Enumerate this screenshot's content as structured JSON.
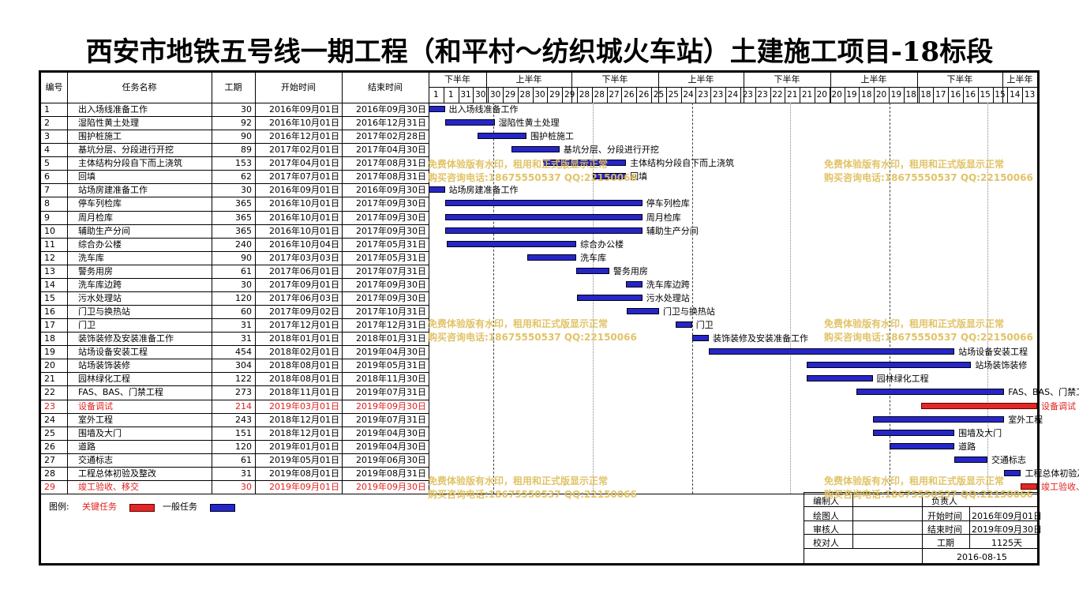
{
  "title": "西安市地铁五号线一期工程（和平村～纺织城火车站）土建施工项目-18标段",
  "columns": {
    "id": "编号",
    "name": "任务名称",
    "duration": "工期",
    "start": "开始时间",
    "end": "结束时间"
  },
  "halves": [
    "下半年",
    "上半年",
    "下半年",
    "上半年",
    "下半年",
    "上半年",
    "下半年",
    "上半年"
  ],
  "months": [
    "1",
    "1",
    "31",
    "30",
    "30",
    "29",
    "28",
    "30",
    "29",
    "29",
    "28",
    "28",
    "27",
    "26",
    "26",
    "25",
    "25",
    "24",
    "23",
    "23",
    "24",
    "23",
    "23",
    "22",
    "21",
    "21",
    "20",
    "20",
    "19",
    "18",
    "20",
    "19",
    "18",
    "18",
    "17",
    "16",
    "16",
    "15",
    "15",
    "14",
    "13"
  ],
  "colors": {
    "normal": "#2626c8",
    "critical": "#e02828"
  },
  "tasks": [
    {
      "id": "1",
      "name": "出入场线准备工作",
      "duration": "30",
      "start": "2016年09月01日",
      "end": "2016年09月30日",
      "s": 0,
      "e": 30,
      "critical": false
    },
    {
      "id": "2",
      "name": "湿陷性黄土处理",
      "duration": "92",
      "start": "2016年10月01日",
      "end": "2016年12月31日",
      "s": 30,
      "e": 122,
      "critical": false
    },
    {
      "id": "3",
      "name": "围护桩施工",
      "duration": "90",
      "start": "2016年12月01日",
      "end": "2017年02月28日",
      "s": 91,
      "e": 181,
      "critical": false
    },
    {
      "id": "4",
      "name": "基坑分层、分段进行开挖",
      "duration": "89",
      "start": "2017年02月01日",
      "end": "2017年04月30日",
      "s": 153,
      "e": 242,
      "critical": false
    },
    {
      "id": "5",
      "name": "主体结构分段自下而上浇筑",
      "duration": "153",
      "start": "2017年04月01日",
      "end": "2017年08月31日",
      "s": 212,
      "e": 365,
      "critical": false
    },
    {
      "id": "6",
      "name": "回填",
      "duration": "62",
      "start": "2017年07月01日",
      "end": "2017年08月31日",
      "s": 303,
      "e": 365,
      "critical": false
    },
    {
      "id": "7",
      "name": "站场房建准备工作",
      "duration": "30",
      "start": "2016年09月01日",
      "end": "2016年09月30日",
      "s": 0,
      "e": 30,
      "critical": false
    },
    {
      "id": "8",
      "name": "停车列检库",
      "duration": "365",
      "start": "2016年10月01日",
      "end": "2017年09月30日",
      "s": 30,
      "e": 395,
      "critical": false
    },
    {
      "id": "9",
      "name": "周月检库",
      "duration": "365",
      "start": "2016年10月01日",
      "end": "2017年09月30日",
      "s": 30,
      "e": 395,
      "critical": false
    },
    {
      "id": "10",
      "name": "辅助生产分间",
      "duration": "365",
      "start": "2016年10月01日",
      "end": "2017年09月30日",
      "s": 30,
      "e": 395,
      "critical": false
    },
    {
      "id": "11",
      "name": "综合办公楼",
      "duration": "240",
      "start": "2016年10月04日",
      "end": "2017年05月31日",
      "s": 33,
      "e": 273,
      "critical": false
    },
    {
      "id": "12",
      "name": "洗车库",
      "duration": "90",
      "start": "2017年03月03日",
      "end": "2017年05月31日",
      "s": 183,
      "e": 273,
      "critical": false
    },
    {
      "id": "13",
      "name": "警务用房",
      "duration": "61",
      "start": "2017年06月01日",
      "end": "2017年07月31日",
      "s": 273,
      "e": 334,
      "critical": false
    },
    {
      "id": "14",
      "name": "洗车库边跨",
      "duration": "30",
      "start": "2017年09月01日",
      "end": "2017年09月30日",
      "s": 365,
      "e": 395,
      "critical": false
    },
    {
      "id": "15",
      "name": "污水处理站",
      "duration": "120",
      "start": "2017年06月03日",
      "end": "2017年09月30日",
      "s": 275,
      "e": 395,
      "critical": false
    },
    {
      "id": "16",
      "name": "门卫与换热站",
      "duration": "60",
      "start": "2017年09月02日",
      "end": "2017年10月31日",
      "s": 366,
      "e": 426,
      "critical": false
    },
    {
      "id": "17",
      "name": "门卫",
      "duration": "31",
      "start": "2017年12月01日",
      "end": "2017年12月31日",
      "s": 456,
      "e": 487,
      "critical": false
    },
    {
      "id": "18",
      "name": "装饰装修及安装准备工作",
      "duration": "31",
      "start": "2018年01月01日",
      "end": "2018年01月31日",
      "s": 487,
      "e": 518,
      "critical": false
    },
    {
      "id": "19",
      "name": "站场设备安装工程",
      "duration": "454",
      "start": "2018年02月01日",
      "end": "2019年04月30日",
      "s": 518,
      "e": 972,
      "critical": false
    },
    {
      "id": "20",
      "name": "站场装饰装修",
      "duration": "304",
      "start": "2018年08月01日",
      "end": "2019年05月31日",
      "s": 699,
      "e": 1003,
      "critical": false
    },
    {
      "id": "21",
      "name": "园林绿化工程",
      "duration": "122",
      "start": "2018年08月01日",
      "end": "2018年11月30日",
      "s": 699,
      "e": 821,
      "critical": false
    },
    {
      "id": "22",
      "name": "FAS、BAS、门禁工程",
      "duration": "273",
      "start": "2018年11月01日",
      "end": "2019年07月31日",
      "s": 791,
      "e": 1064,
      "critical": false
    },
    {
      "id": "23",
      "name": "设备调试",
      "duration": "214",
      "start": "2019年03月01日",
      "end": "2019年09月30日",
      "s": 911,
      "e": 1125,
      "critical": true
    },
    {
      "id": "24",
      "name": "室外工程",
      "duration": "243",
      "start": "2018年12月01日",
      "end": "2019年07月31日",
      "s": 821,
      "e": 1064,
      "critical": false
    },
    {
      "id": "25",
      "name": "围墙及大门",
      "duration": "151",
      "start": "2018年12月01日",
      "end": "2019年04月30日",
      "s": 821,
      "e": 972,
      "critical": false
    },
    {
      "id": "26",
      "name": "道路",
      "duration": "120",
      "start": "2019年01月01日",
      "end": "2019年04月30日",
      "s": 852,
      "e": 972,
      "critical": false
    },
    {
      "id": "27",
      "name": "交通标志",
      "duration": "61",
      "start": "2019年05月01日",
      "end": "2019年06月30日",
      "s": 972,
      "e": 1033,
      "critical": false
    },
    {
      "id": "28",
      "name": "工程总体初验及整改",
      "duration": "31",
      "start": "2019年08月01日",
      "end": "2019年08月31日",
      "s": 1064,
      "e": 1095,
      "critical": false
    },
    {
      "id": "29",
      "name": "竣工验收、移交",
      "duration": "30",
      "start": "2019年09月01日",
      "end": "2019年09月30日",
      "s": 1095,
      "e": 1125,
      "critical": true
    }
  ],
  "legend": {
    "label": "图例:",
    "critical": "关键任务",
    "normal": "一般任务"
  },
  "info": {
    "editor": "编制人",
    "drawer": "绘图人",
    "reviewer": "审核人",
    "proofreader": "校对人",
    "owner": "负责人",
    "start_label": "开始时间",
    "start_value": "2016年09月01日",
    "end_label": "结束时间",
    "end_value": "2019年09月30日",
    "duration_label": "工期",
    "duration_value": "1125天",
    "date": "2016-08-15"
  },
  "watermark": {
    "line1": "免费体验版有水印，租用和正式版显示正常",
    "line2": "购买咨询电话:18675550537 QQ:22150066"
  }
}
